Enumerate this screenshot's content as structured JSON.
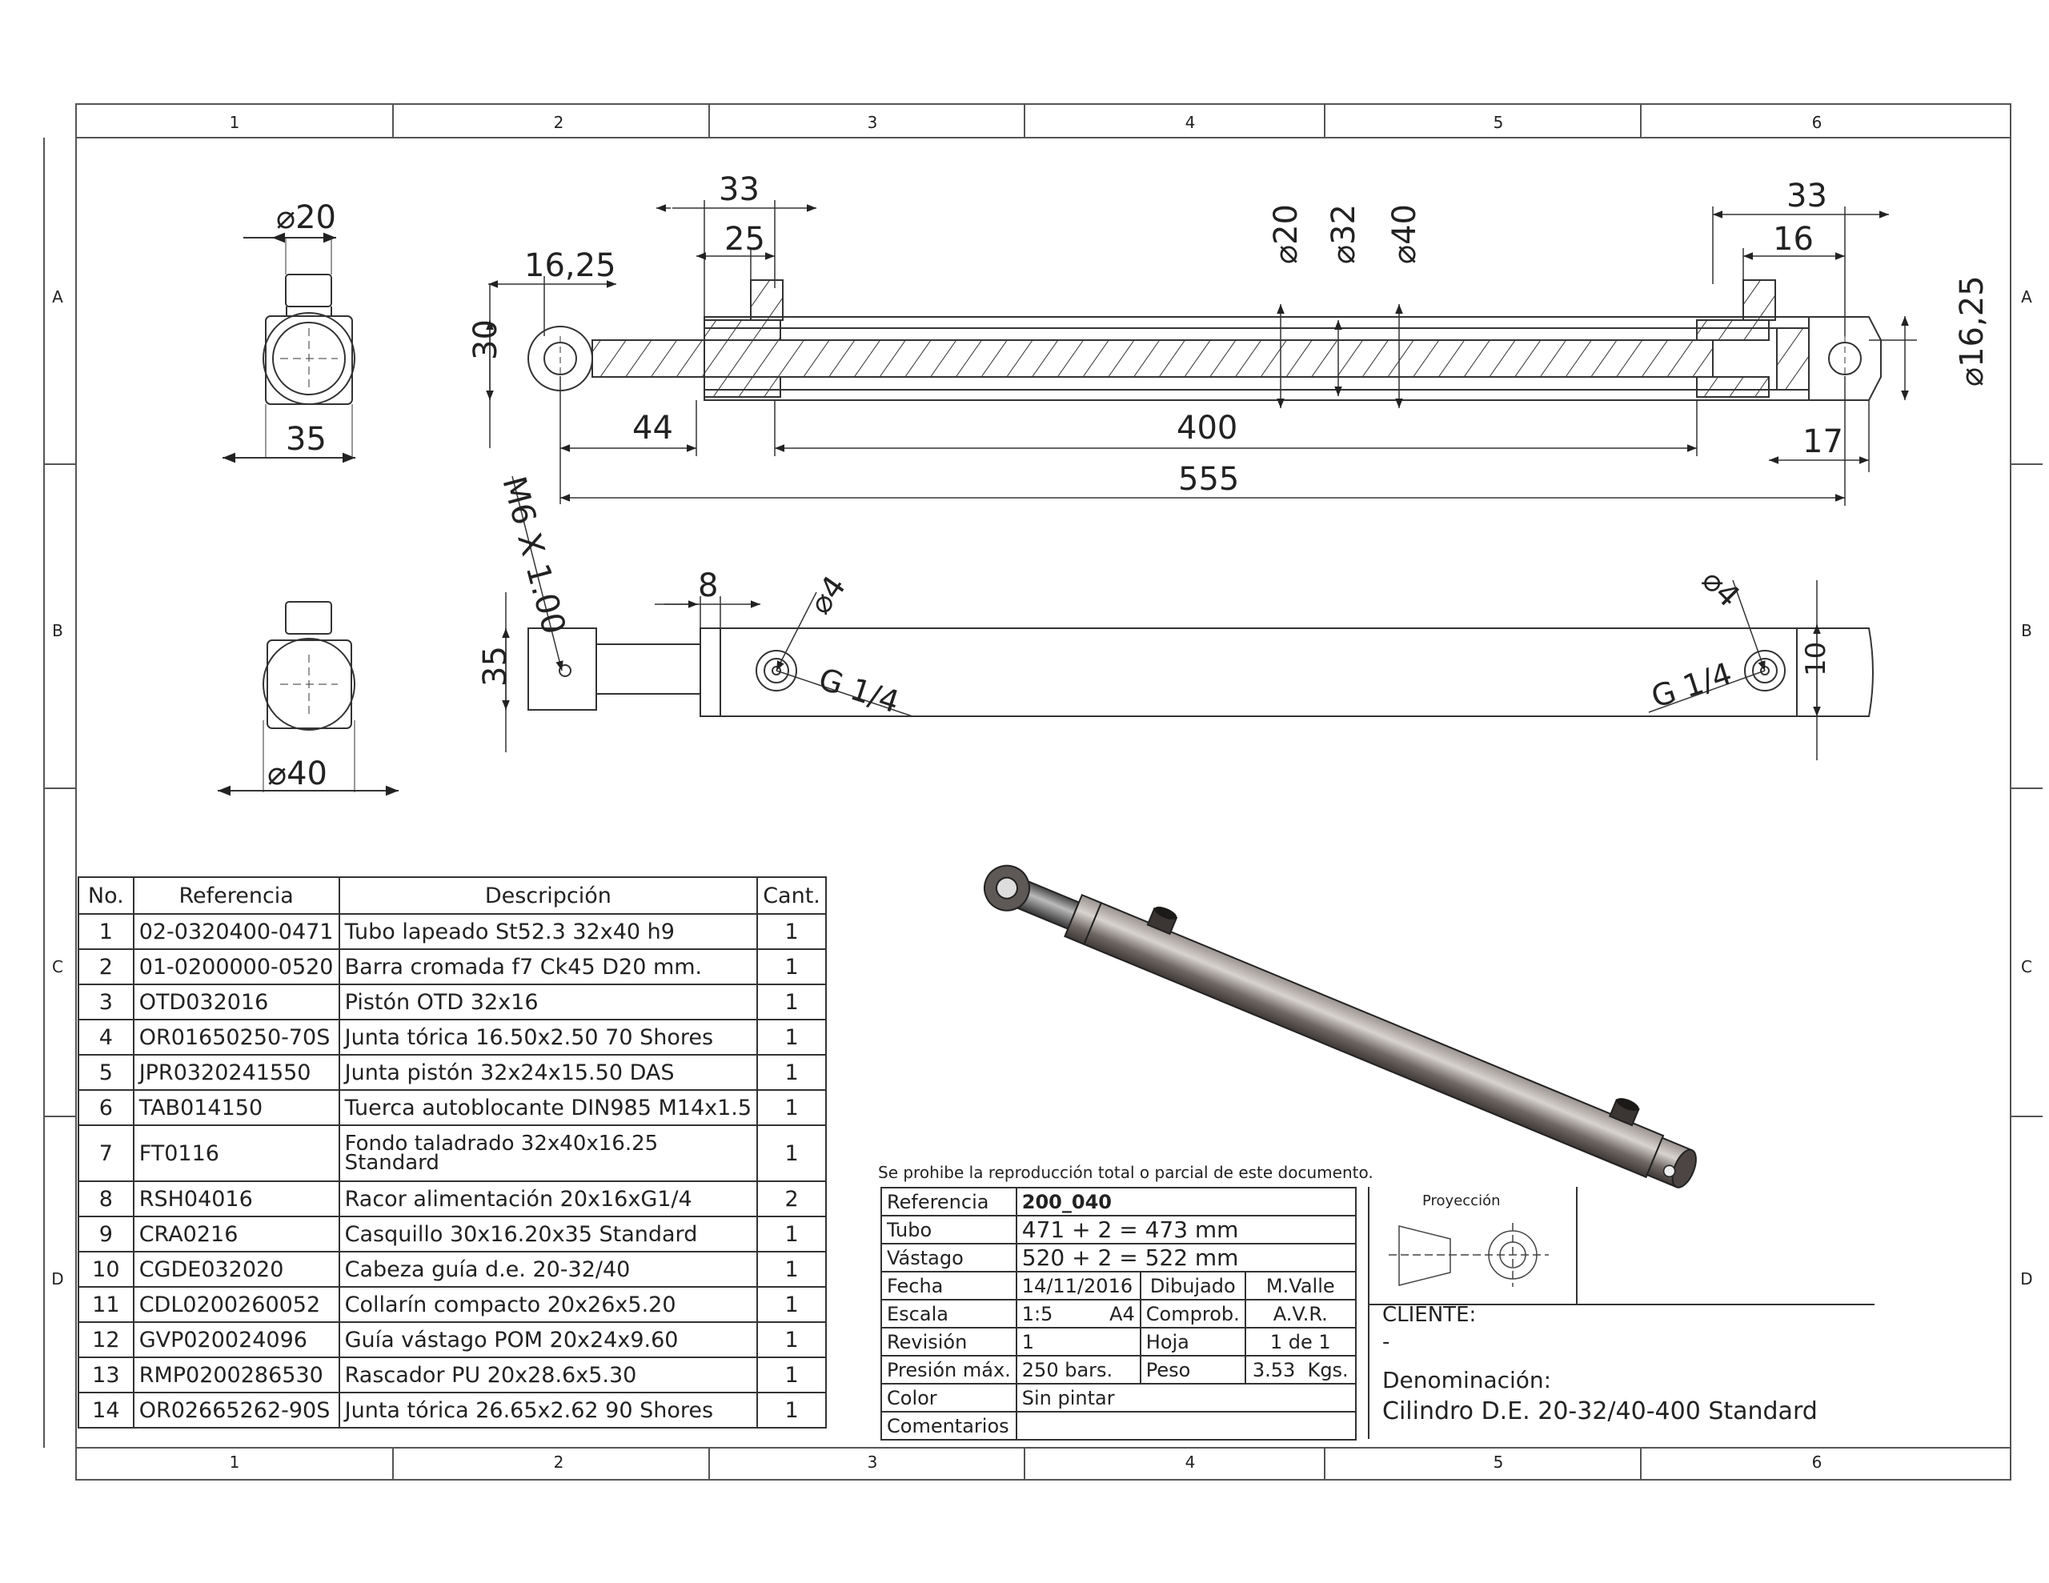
{
  "grid": {
    "cols": [
      "1",
      "2",
      "3",
      "4",
      "5",
      "6"
    ],
    "rows": [
      "A",
      "B",
      "C",
      "D"
    ]
  },
  "dims": {
    "d20_end": "⌀20",
    "w35_top": "35",
    "d40_end": "⌀40",
    "top_33_left": "33",
    "top_25": "25",
    "top_1625": "16,25",
    "top_30": "30",
    "d_rod": "⌀20",
    "d_piston": "⌀32",
    "d_tube": "⌀40",
    "top_33_right": "33",
    "top_16": "16",
    "d1625_right": "⌀16,25",
    "dim_44": "44",
    "dim_400": "400",
    "dim_17": "17",
    "dim_555": "555",
    "thread": "M6 X 1.00",
    "dim_8": "8",
    "d4_left": "⌀4",
    "g14_left": "G 1/4",
    "dim_35_side": "35",
    "d4_right": "⌀4",
    "g14_right": "G 1/4",
    "dim_10": "10"
  },
  "bom": {
    "headers": [
      "No.",
      "Referencia",
      "Descripción",
      "Cant."
    ],
    "rows": [
      {
        "no": "1",
        "ref": "02-0320400-0471",
        "desc": "Tubo lapeado St52.3 32x40 h9",
        "qty": "1"
      },
      {
        "no": "2",
        "ref": "01-0200000-0520",
        "desc": "Barra cromada f7 Ck45 D20 mm.",
        "qty": "1"
      },
      {
        "no": "3",
        "ref": "OTD032016",
        "desc": "Pistón OTD 32x16",
        "qty": "1"
      },
      {
        "no": "4",
        "ref": "OR01650250-70S",
        "desc": "Junta tórica 16.50x2.50 70 Shores",
        "qty": "1"
      },
      {
        "no": "5",
        "ref": "JPR0320241550",
        "desc": "Junta pistón 32x24x15.50 DAS",
        "qty": "1"
      },
      {
        "no": "6",
        "ref": "TAB014150",
        "desc": "Tuerca autoblocante DIN985 M14x1.5",
        "qty": "1"
      },
      {
        "no": "7",
        "ref": "FT0116",
        "desc": "Fondo taladrado 32x40x16.25 Standard",
        "qty": "1"
      },
      {
        "no": "8",
        "ref": "RSH04016",
        "desc": "Racor alimentación 20x16xG1/4",
        "qty": "2"
      },
      {
        "no": "9",
        "ref": "CRA0216",
        "desc": "Casquillo 30x16.20x35 Standard",
        "qty": "1"
      },
      {
        "no": "10",
        "ref": "CGDE032020",
        "desc": "Cabeza guía d.e. 20-32/40",
        "qty": "1"
      },
      {
        "no": "11",
        "ref": "CDL0200260052",
        "desc": "Collarín compacto 20x26x5.20",
        "qty": "1"
      },
      {
        "no": "12",
        "ref": "GVP020024096",
        "desc": "Guía vástago POM 20x24x9.60",
        "qty": "1"
      },
      {
        "no": "13",
        "ref": "RMP0200286530",
        "desc": "Rascador PU 20x28.6x5.30",
        "qty": "1"
      },
      {
        "no": "14",
        "ref": "OR02665262-90S",
        "desc": "Junta tórica 26.65x2.62 90 Shores",
        "qty": "1"
      }
    ]
  },
  "title_block": {
    "note": "Se prohibe la reproducción total o parcial de este documento.",
    "referencia_label": "Referencia",
    "referencia_value": "200_040",
    "tubo_label": "Tubo",
    "tubo_value": "471 + 2 = 473 mm",
    "vastago_label": "Vástago",
    "vastago_value": "520 + 2 = 522 mm",
    "fecha_label": "Fecha",
    "fecha_value": "14/11/2016",
    "dibujado_label": "Dibujado",
    "dibujado_value": "M.Valle",
    "escala_label": "Escala",
    "escala_value": "1:5",
    "format_value": "A4",
    "comprob_label": "Comprob.",
    "comprob_value": "A.V.R.",
    "revision_label": "Revisión",
    "revision_value": "1",
    "hoja_label": "Hoja",
    "hoja_value": "1",
    "hoja_de": "de",
    "hoja_total": "1",
    "presion_label": "Presión máx.",
    "presion_value": "250 bars.",
    "peso_label": "Peso",
    "peso_value": "3.53",
    "peso_unit": "Kgs.",
    "color_label": "Color",
    "color_value": "Sin pintar",
    "comentarios_label": "Comentarios",
    "proyeccion_label": "Proyección",
    "cliente_label": "CLIENTE:",
    "cliente_value": "-",
    "denominacion_label": "Denominación:",
    "denominacion_value": "Cilindro D.E. 20-32/40-400 Standard"
  }
}
